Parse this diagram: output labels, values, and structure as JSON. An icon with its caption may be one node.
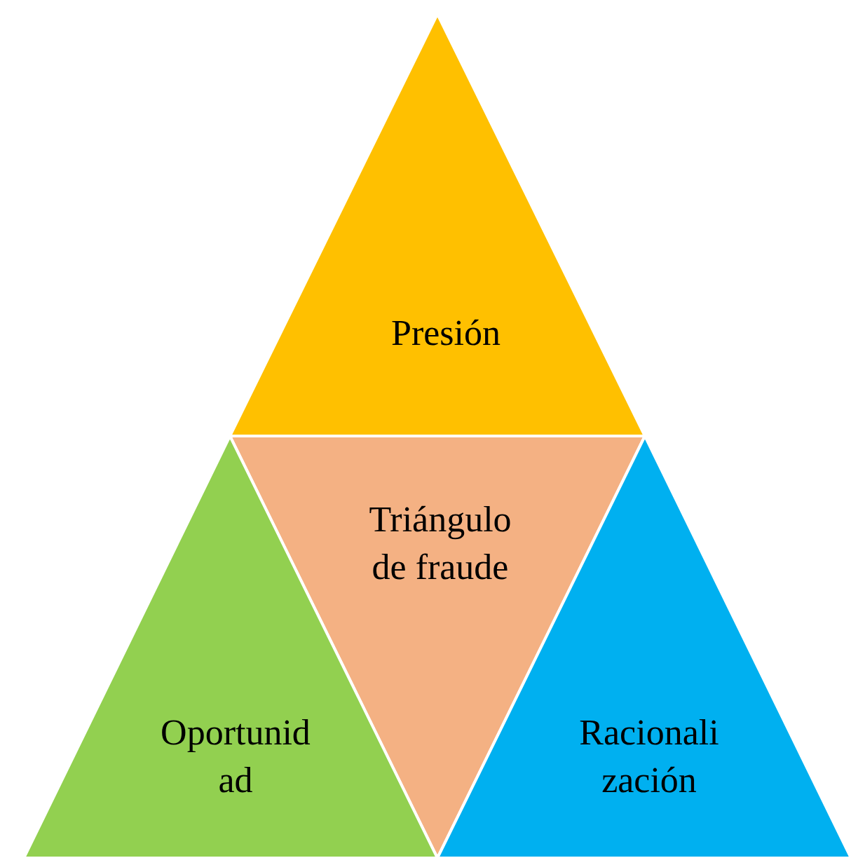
{
  "diagram": {
    "nodes": [
      {
        "text": [
          "Presión"
        ]
      },
      {
        "text": [
          "Triángulo de fraude"
        ]
      },
      {
        "text": [
          "Oportunid ad"
        ]
      },
      {
        "text": [
          "Racionali zación"
        ]
      }
    ]
  }
}
